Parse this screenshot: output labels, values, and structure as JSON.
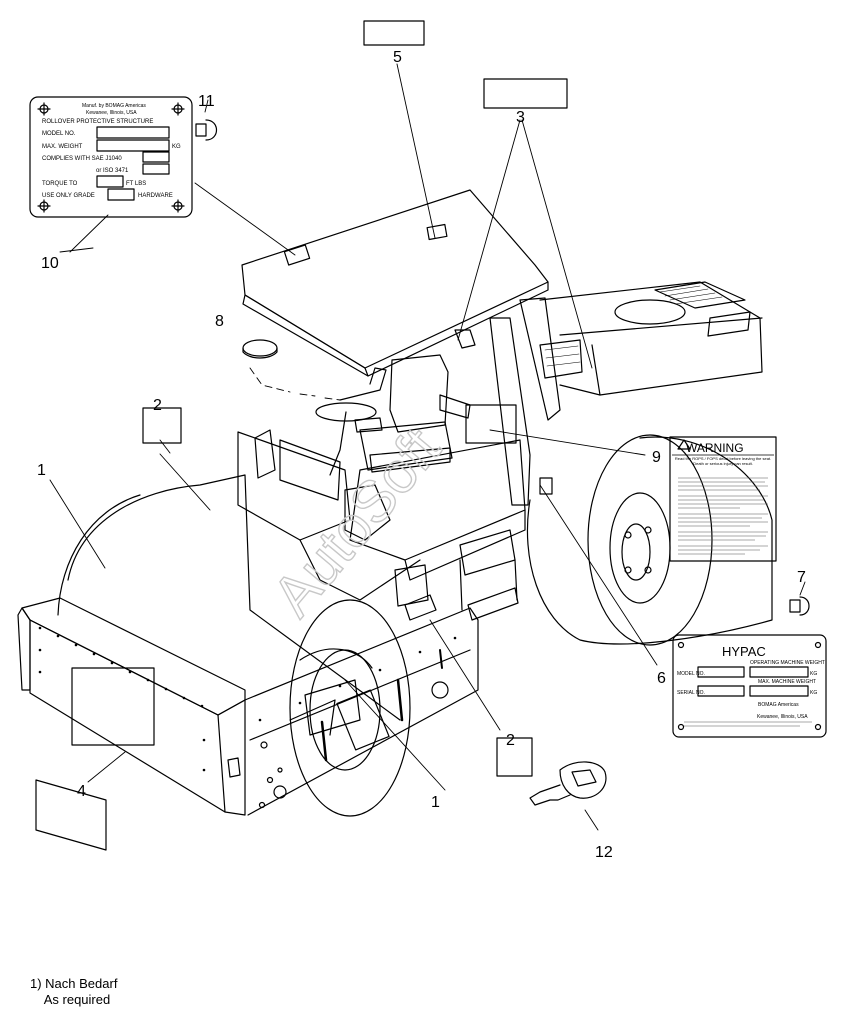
{
  "callouts": {
    "c1a": "1",
    "c1b": "1",
    "c2a": "2",
    "c2b": "2",
    "c3": "3",
    "c4": "4",
    "c5": "5",
    "c6": "6",
    "c7": "7",
    "c8": "8",
    "c9": "9",
    "c10": "10",
    "c11": "11",
    "c12": "12"
  },
  "rops_plate": {
    "header_line1": "Manuf. by BOMAG Americas",
    "header_line2": "Kewanee, Illinois, USA",
    "title": "ROLLOVER PROTECTIVE STRUCTURE",
    "model_no": "MODEL NO.",
    "max_weight": "MAX. WEIGHT",
    "kg": "KG",
    "complies": "COMPLIES WITH SAE J1040",
    "iso": "or ISO 3471",
    "torque": "TORQUE TO",
    "ft_lbs": "FT LBS",
    "grade": "USE ONLY GRADE",
    "hardware": "HARDWARE"
  },
  "warning_label": {
    "title": "WARNING",
    "subtitle": "Read the ROPS / FOPS decal before leaving the seat. Death or serious injury can result."
  },
  "hypac_plate": {
    "brand": "HYPAC",
    "op_weight": "OPERATING MACHINE WEIGHT",
    "model_no": "MODEL NO.",
    "max_weight": "MAX. MACHINE WEIGHT",
    "serial_no": "SERIAL NO.",
    "kg": "KG",
    "manufacturer": "BOMAG Americas",
    "footer": "Kewanee, Illinois, USA"
  },
  "watermark": "AutoSoft",
  "footnote": {
    "line1": "1) Nach Bedarf",
    "line2": "    As required"
  }
}
